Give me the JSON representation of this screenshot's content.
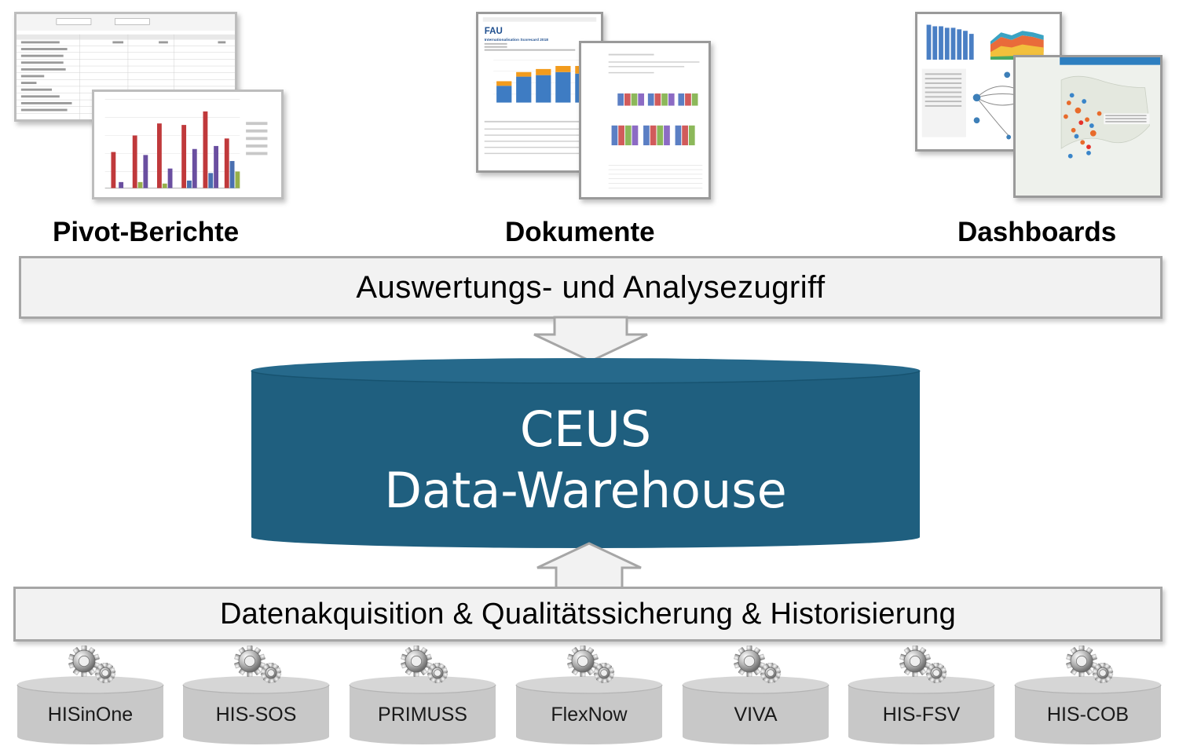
{
  "categories": [
    {
      "label": "Pivot-Berichte"
    },
    {
      "label": "Dokumente"
    },
    {
      "label": "Dashboards"
    }
  ],
  "analysis_layer": "Auswertungs- und Analysezugriff",
  "warehouse": {
    "line1": "CEUS",
    "line2": "Data-Warehouse"
  },
  "acquisition_layer": "Datenakquisition & Qualitätssicherung & Historisierung",
  "sources": [
    "HISinOne",
    "HIS-SOS",
    "PRIMUSS",
    "FlexNow",
    "VIVA",
    "HIS-FSV",
    "HIS-COB"
  ],
  "doc_thumbnail": {
    "logo": "FAU",
    "title": "Internationalisation Scorecard 2018"
  },
  "colors": {
    "warehouse": "#1f5f7f",
    "band_fill": "#f2f2f2",
    "band_border": "#a6a6a6",
    "source_fill": "#c8c8c8"
  }
}
